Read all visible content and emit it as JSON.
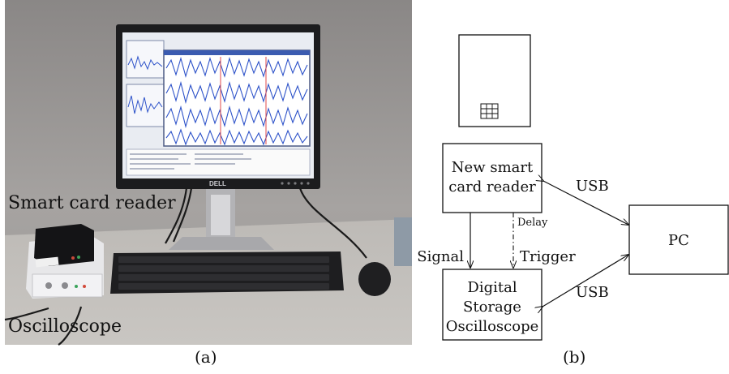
{
  "panel_a": {
    "caption": "(a)",
    "photo_labels": {
      "smart_card_reader": "Smart card reader",
      "oscilloscope": "Oscilloscope"
    },
    "monitor_brand": "DELL"
  },
  "panel_b": {
    "caption": "(b)",
    "nodes": {
      "reader_line1": "New smart",
      "reader_line2": "card reader",
      "pc": "PC",
      "dso_line1": "Digital",
      "dso_line2": "Storage",
      "dso_line3": "Oscilloscope"
    },
    "edges": {
      "usb_top": "USB",
      "usb_bottom": "USB",
      "signal": "Signal",
      "trigger": "Trigger",
      "delay": "Delay"
    }
  }
}
